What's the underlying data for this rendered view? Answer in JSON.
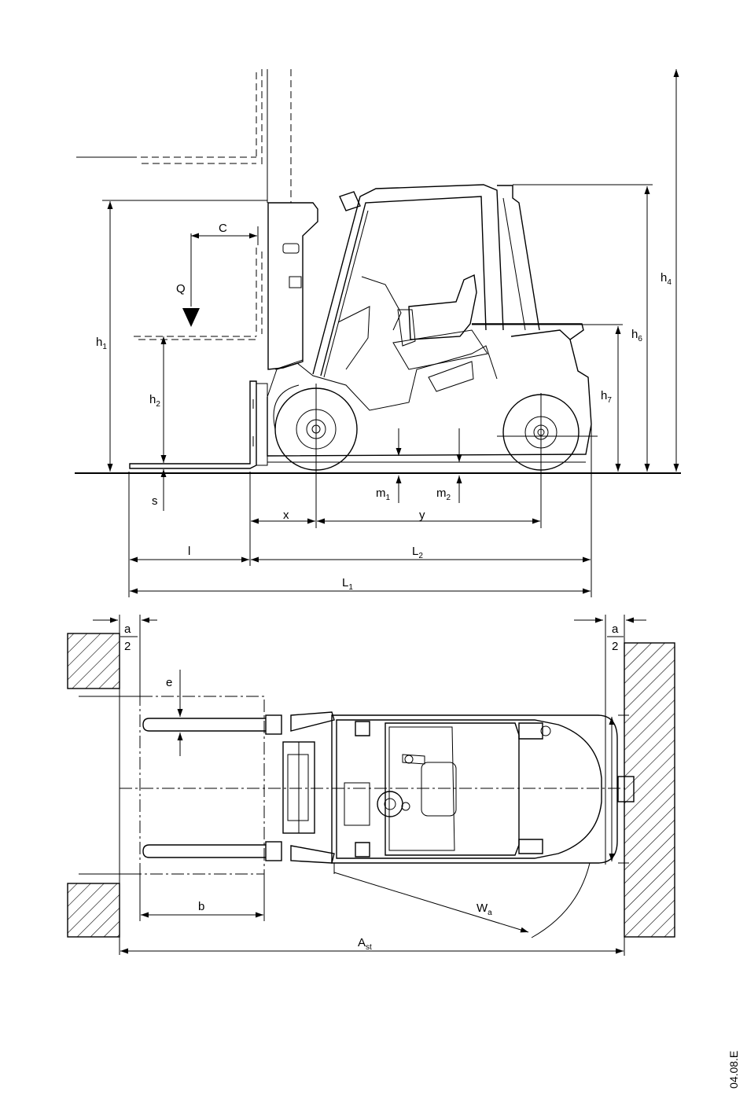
{
  "colors": {
    "line": "#000000",
    "background": "#ffffff"
  },
  "labels": {
    "C": "C",
    "Q": "Q",
    "h1": "h",
    "h1_sub": "1",
    "h2": "h",
    "h2_sub": "2",
    "h4": "h",
    "h4_sub": "4",
    "h6": "h",
    "h6_sub": "6",
    "h7": "h",
    "h7_sub": "7",
    "s": "s",
    "m1": "m",
    "m1_sub": "1",
    "m2": "m",
    "m2_sub": "2",
    "x": "x",
    "y": "y",
    "l": "l",
    "L2": "L",
    "L2_sub": "2",
    "L1": "L",
    "L1_sub": "1",
    "a_left": "a",
    "half_left": "2",
    "a_right": "a",
    "half_right": "2",
    "e": "e",
    "b": "b",
    "Wa": "W",
    "Wa_sub": "a",
    "Ast": "A",
    "Ast_sub": "st"
  },
  "drawing_code": "04.08.E"
}
